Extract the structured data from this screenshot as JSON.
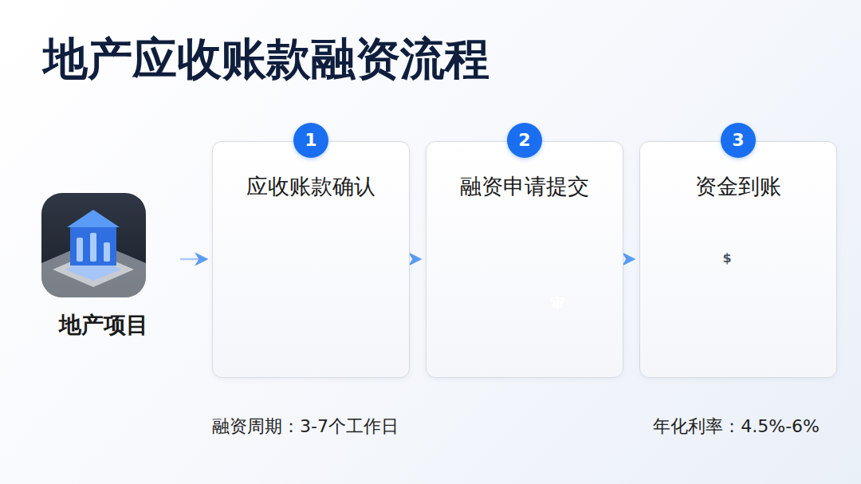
{
  "diagram": {
    "title": "地产应收账款融资流程",
    "nodes": [
      {
        "text": [
          "地产项目"
        ]
      },
      {
        "text": [
          "应收账款确认"
        ]
      },
      {
        "text": [
          "1"
        ],
        "in": 1
      },
      {
        "text": [
          "融资申请提交"
        ]
      },
      {
        "text": [
          "2"
        ],
        "in": 3
      },
      {
        "text": [
          "资金到账"
        ]
      },
      {
        "text": [
          "3"
        ],
        "in": 5
      }
    ],
    "edges": [
      {
        "from": 0,
        "to": 1,
        "arrow": "to"
      },
      {
        "from": 1,
        "to": 3,
        "arrow": "to"
      },
      {
        "from": 3,
        "to": 5,
        "arrow": "to"
      }
    ],
    "labels": [
      "融资周期：3-7个工作日",
      "年化利率：4.5%-6%",
      "审",
      "$"
    ]
  }
}
